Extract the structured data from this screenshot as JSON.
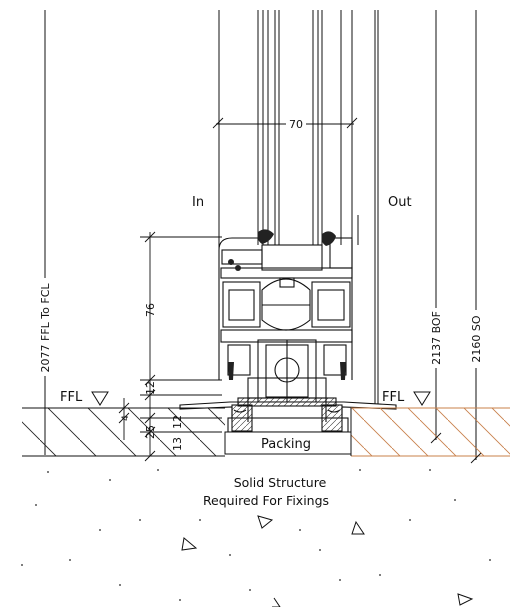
{
  "labels": {
    "inside": "In",
    "outside": "Out",
    "ffl_left": "FFL",
    "ffl_right": "FFL",
    "packing": "Packing",
    "solid_structure_line1": "Solid Structure",
    "solid_structure_line2": "Required For Fixings"
  },
  "dimensions": {
    "glass_width": "70",
    "frame_height": "76",
    "sill_height": "12",
    "subsill_upper": "12",
    "subsill_lower": "13",
    "packing_depth": "25",
    "floor_step": "4",
    "ffl_to_fcl": "2077 FFL To FCL",
    "bof": "2137 BOF",
    "so": "2160 SO"
  },
  "colors": {
    "line": "#111111",
    "hatch_left": "#222222",
    "hatch_right": "#c8804a"
  }
}
